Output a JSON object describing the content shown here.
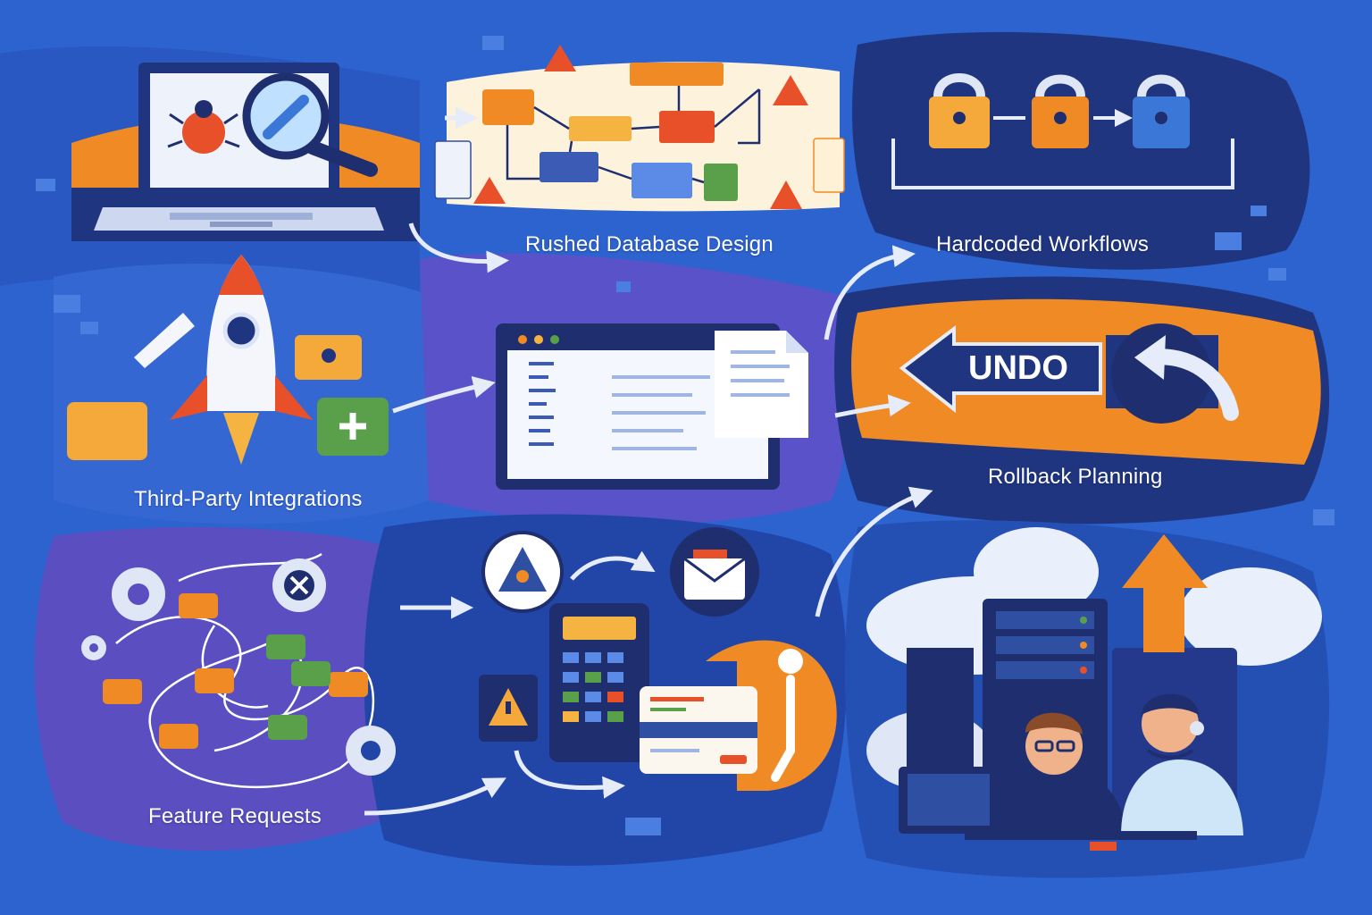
{
  "colors": {
    "background": "#2d63cf",
    "navy": "#1c2f78",
    "orange": "#f08a24",
    "cream": "#fdf3dc",
    "warning_red": "#e8502a",
    "green": "#5aa04a"
  },
  "labels": {
    "rushed_database_design": "Rushed Database Design",
    "hardcoded_workflows": "Hardcoded Workflows",
    "third_party_integrations": "Third-Party Integrations",
    "rollback_planning": "Rollback Planning",
    "feature_requests": "Feature Requests"
  },
  "undo_sign": {
    "text": "UNDO"
  },
  "icons": [
    "laptop-icon",
    "bug-icon",
    "magnifier-icon",
    "warning-icon",
    "padlock-icon",
    "rocket-icon",
    "puzzle-icon",
    "code-window-icon",
    "document-icon",
    "undo-arrow-icon",
    "gear-icon",
    "clock-icon",
    "envelope-icon",
    "calculator-icon",
    "server-icon",
    "cloud-icon",
    "upload-arrow-icon",
    "engineer-avatar",
    "support-agent-avatar"
  ]
}
